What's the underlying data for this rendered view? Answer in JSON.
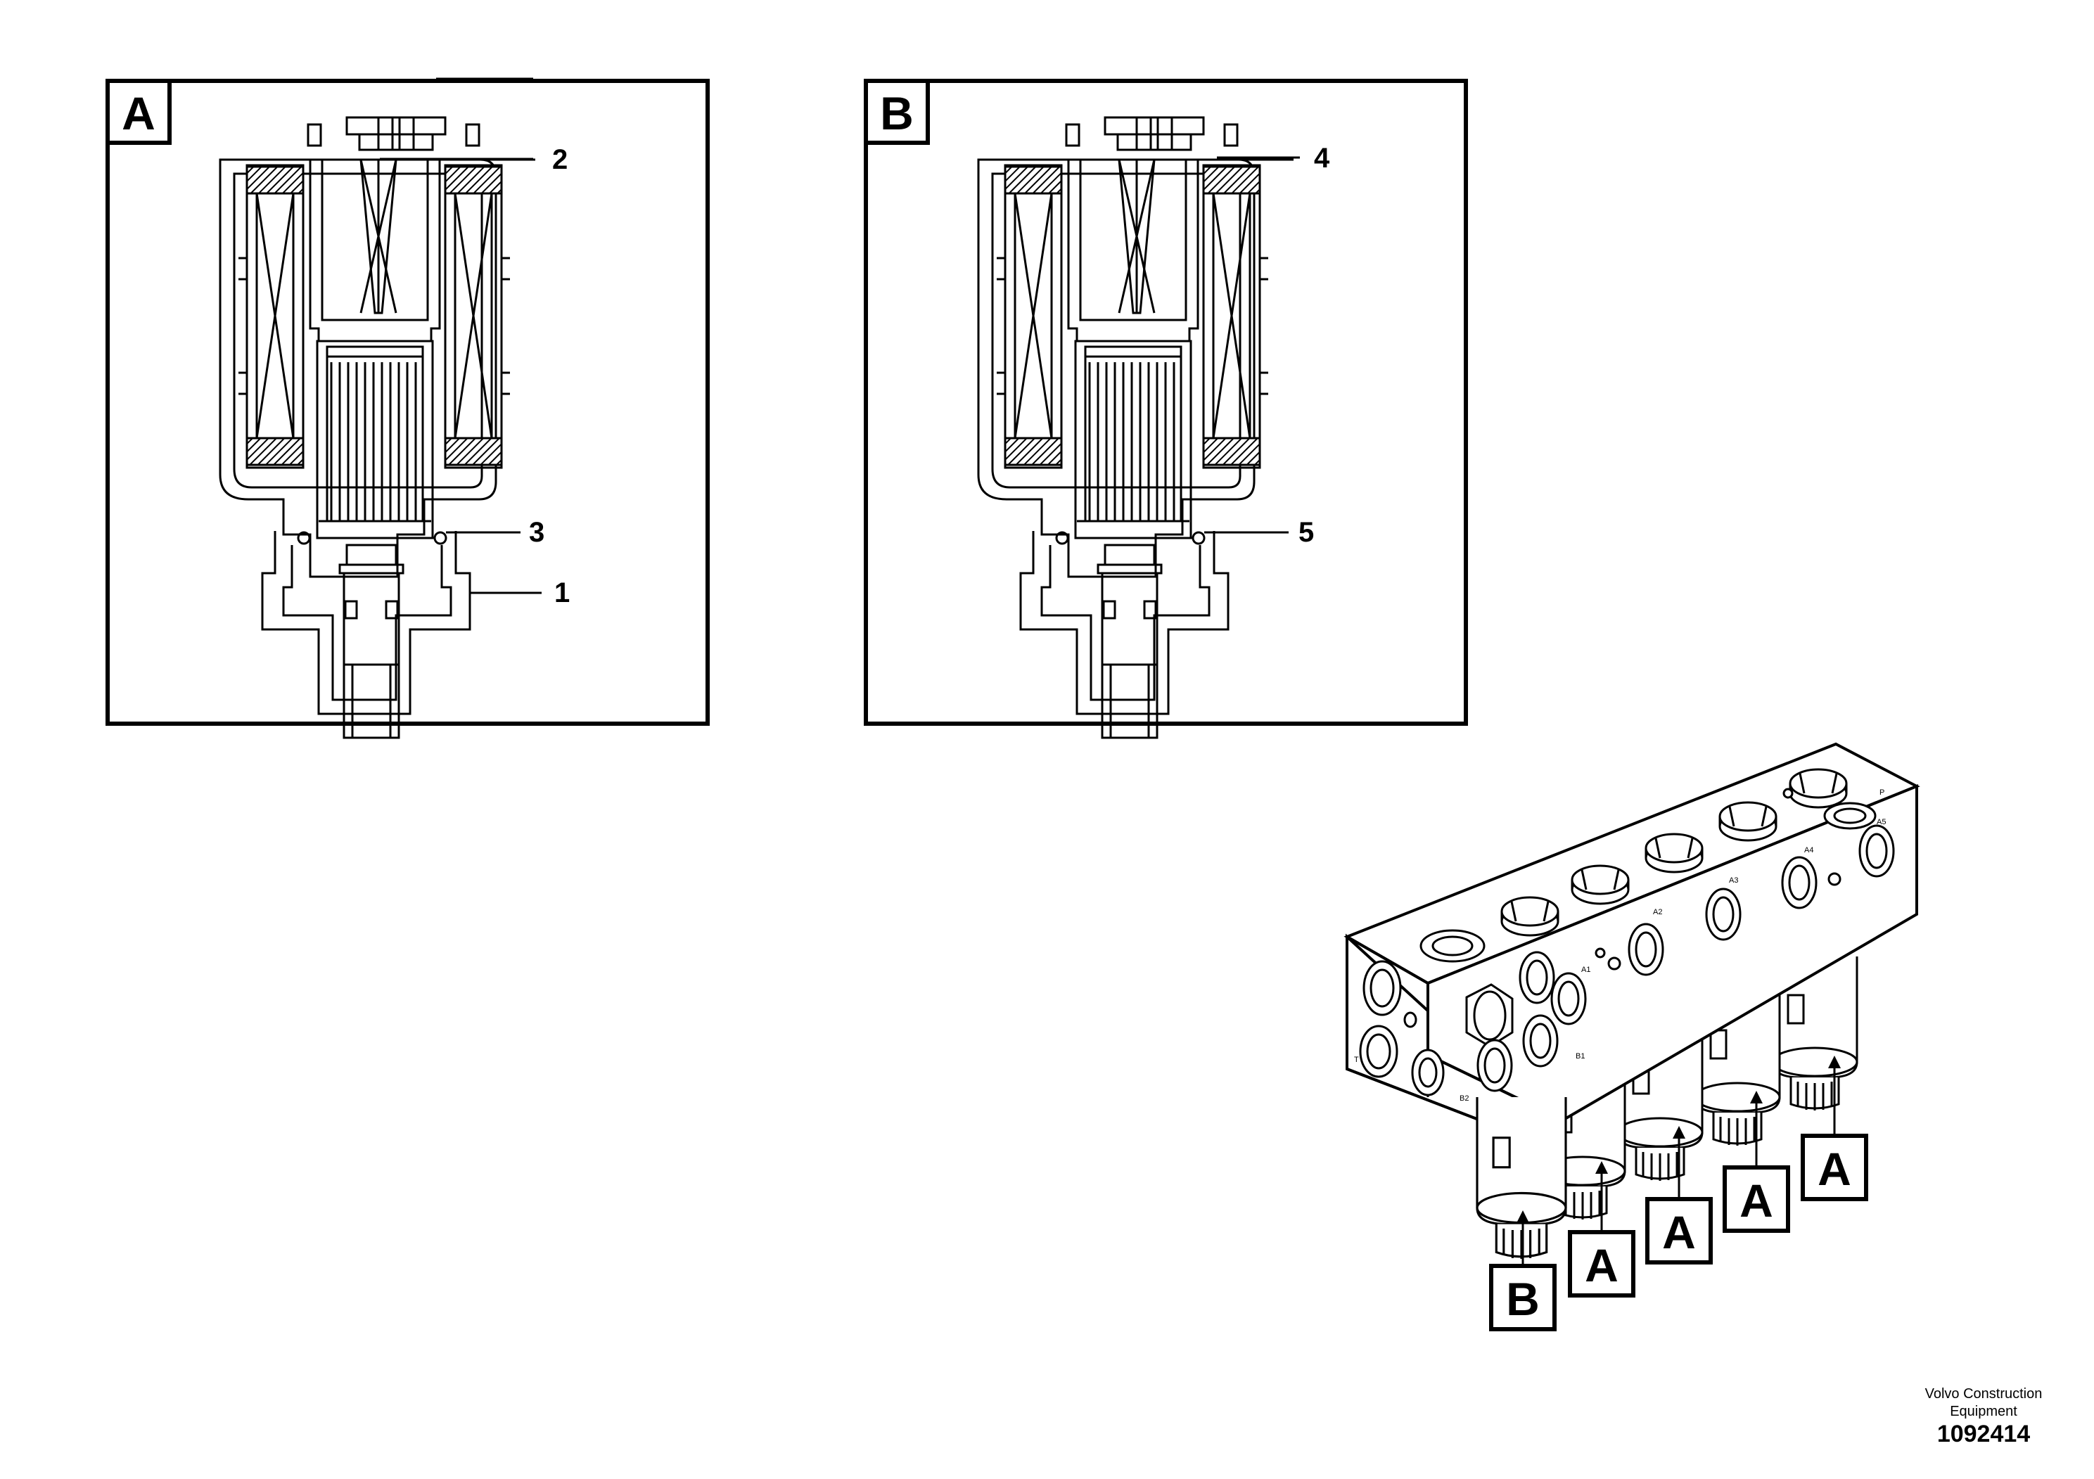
{
  "panels": [
    {
      "label": "A",
      "callouts": [
        "2",
        "3",
        "1"
      ]
    },
    {
      "label": "B",
      "callouts": [
        "4",
        "5"
      ]
    }
  ],
  "assembly": {
    "tags": [
      "B",
      "A",
      "A",
      "A",
      "A"
    ],
    "port_marks": [
      "A1",
      "B1",
      "A2",
      "A3",
      "A4",
      "A5",
      "T",
      "P",
      "B2"
    ]
  },
  "footer": {
    "company": "Volvo Construction Equipment",
    "drawing_number": "1092414"
  }
}
